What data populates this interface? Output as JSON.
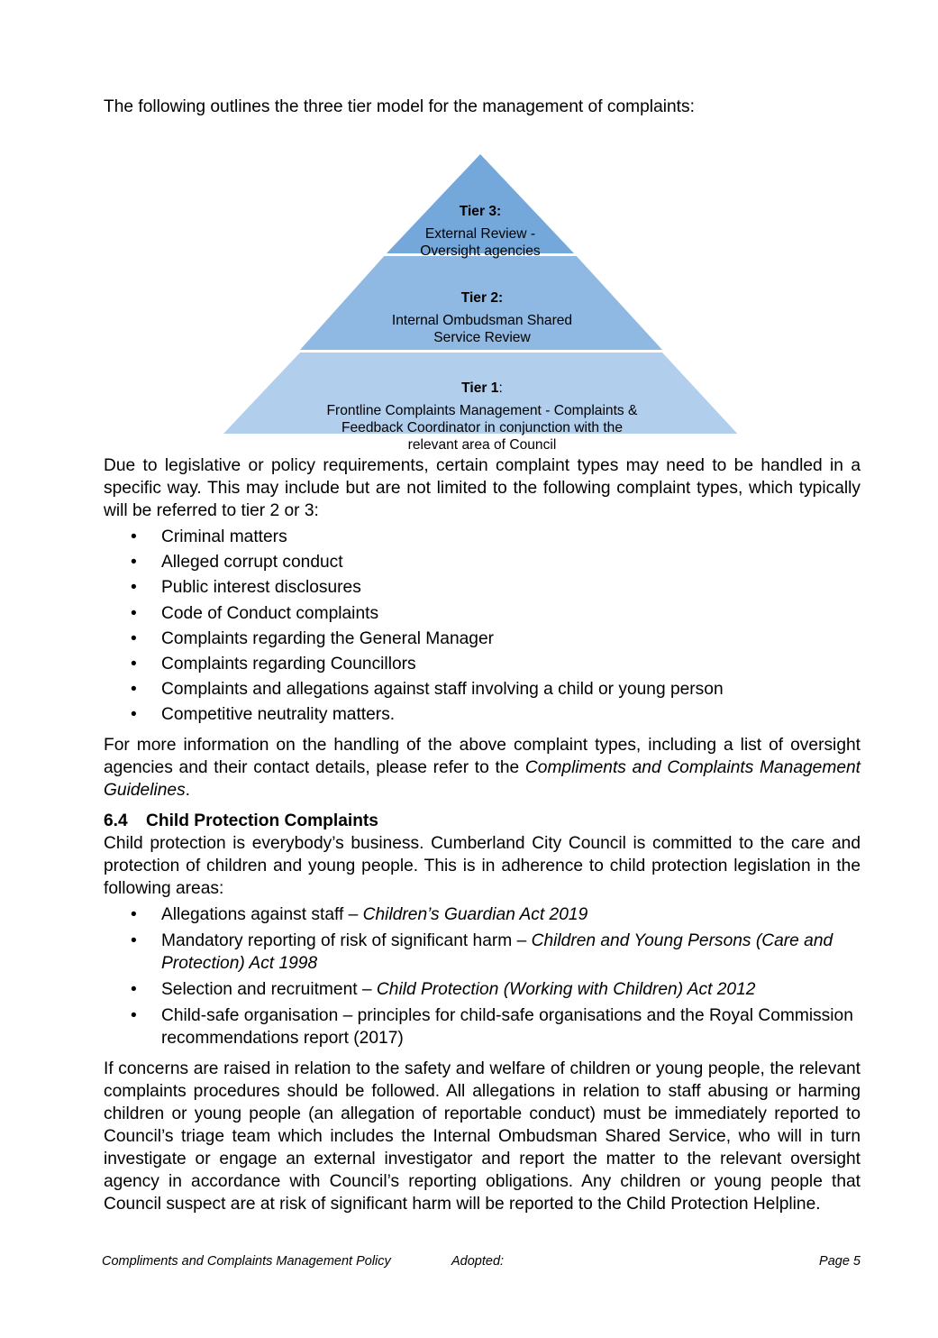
{
  "intro": "The following outlines the three tier model for the management of complaints:",
  "pyramid": {
    "colors": {
      "tier3": "#74a8db",
      "tier2": "#8fb9e2",
      "tier1": "#b1cfec",
      "separator": "#ffffff"
    },
    "tier3": {
      "title": "Tier 3:",
      "line1": "External Review -",
      "line2": "Oversight agencies"
    },
    "tier2": {
      "title": "Tier 2:",
      "line1": "Internal Ombudsman Shared",
      "line2": "Service Review"
    },
    "tier1": {
      "title": "Tier 1",
      "title_suffix": ":",
      "line1": "Frontline Complaints Management - Complaints &",
      "line2": "Feedback Coordinator in conjunction with the",
      "line3": "relevant area of Council"
    }
  },
  "legislative_para": "Due to legislative or policy requirements, certain complaint types may need to be handled in a specific way. This may include but are not limited to the following complaint types, which typically will be referred to tier 2 or 3:",
  "complaint_types": [
    "Criminal matters",
    "Alleged corrupt conduct",
    "Public interest disclosures",
    "Code of Conduct complaints",
    "Complaints regarding the General Manager",
    "Complaints regarding Councillors",
    "Complaints and allegations against staff involving a child or young person",
    "Competitive neutrality matters."
  ],
  "more_info": {
    "text": "For more information on the handling of the above complaint types, including a list of oversight agencies and their contact details, please refer to the ",
    "italic": "Compliments and Complaints Management Guidelines",
    "end": "."
  },
  "section": {
    "number": "6.4",
    "title": "Child Protection Complaints"
  },
  "child_para": "Child protection is everybody’s business. Cumberland City Council is committed to the care and protection of children and young people. This is in adherence to child protection legislation in the following areas:",
  "legislation": [
    {
      "plain": "Allegations against staff – ",
      "italic": "Children’s Guardian Act 2019"
    },
    {
      "plain": "Mandatory reporting of risk of significant harm – ",
      "italic": "Children and Young Persons (Care and Protection) Act 1998"
    },
    {
      "plain": "Selection and recruitment – ",
      "italic": "Child Protection (Working with Children) Act 2012"
    },
    {
      "plain": "Child-safe organisation – principles for child-safe organisations and the Royal Commission recommendations report (2017)",
      "italic": ""
    }
  ],
  "concerns_para": "If concerns are raised in relation to the safety and welfare of children or young people, the relevant complaints procedures should be followed. All allegations in relation to staff abusing or harming children or young people (an allegation of reportable conduct) must be immediately reported to Council’s triage team which includes the Internal Ombudsman Shared Service, who will in turn investigate or engage an external investigator and report the matter to the relevant oversight agency in accordance with Council’s reporting obligations. Any children or young people that Council suspect are at risk of significant harm will be reported to the Child Protection Helpline.",
  "footer": {
    "left": "Compliments and Complaints Management Policy",
    "middle": "Adopted:",
    "right": "Page 5"
  }
}
